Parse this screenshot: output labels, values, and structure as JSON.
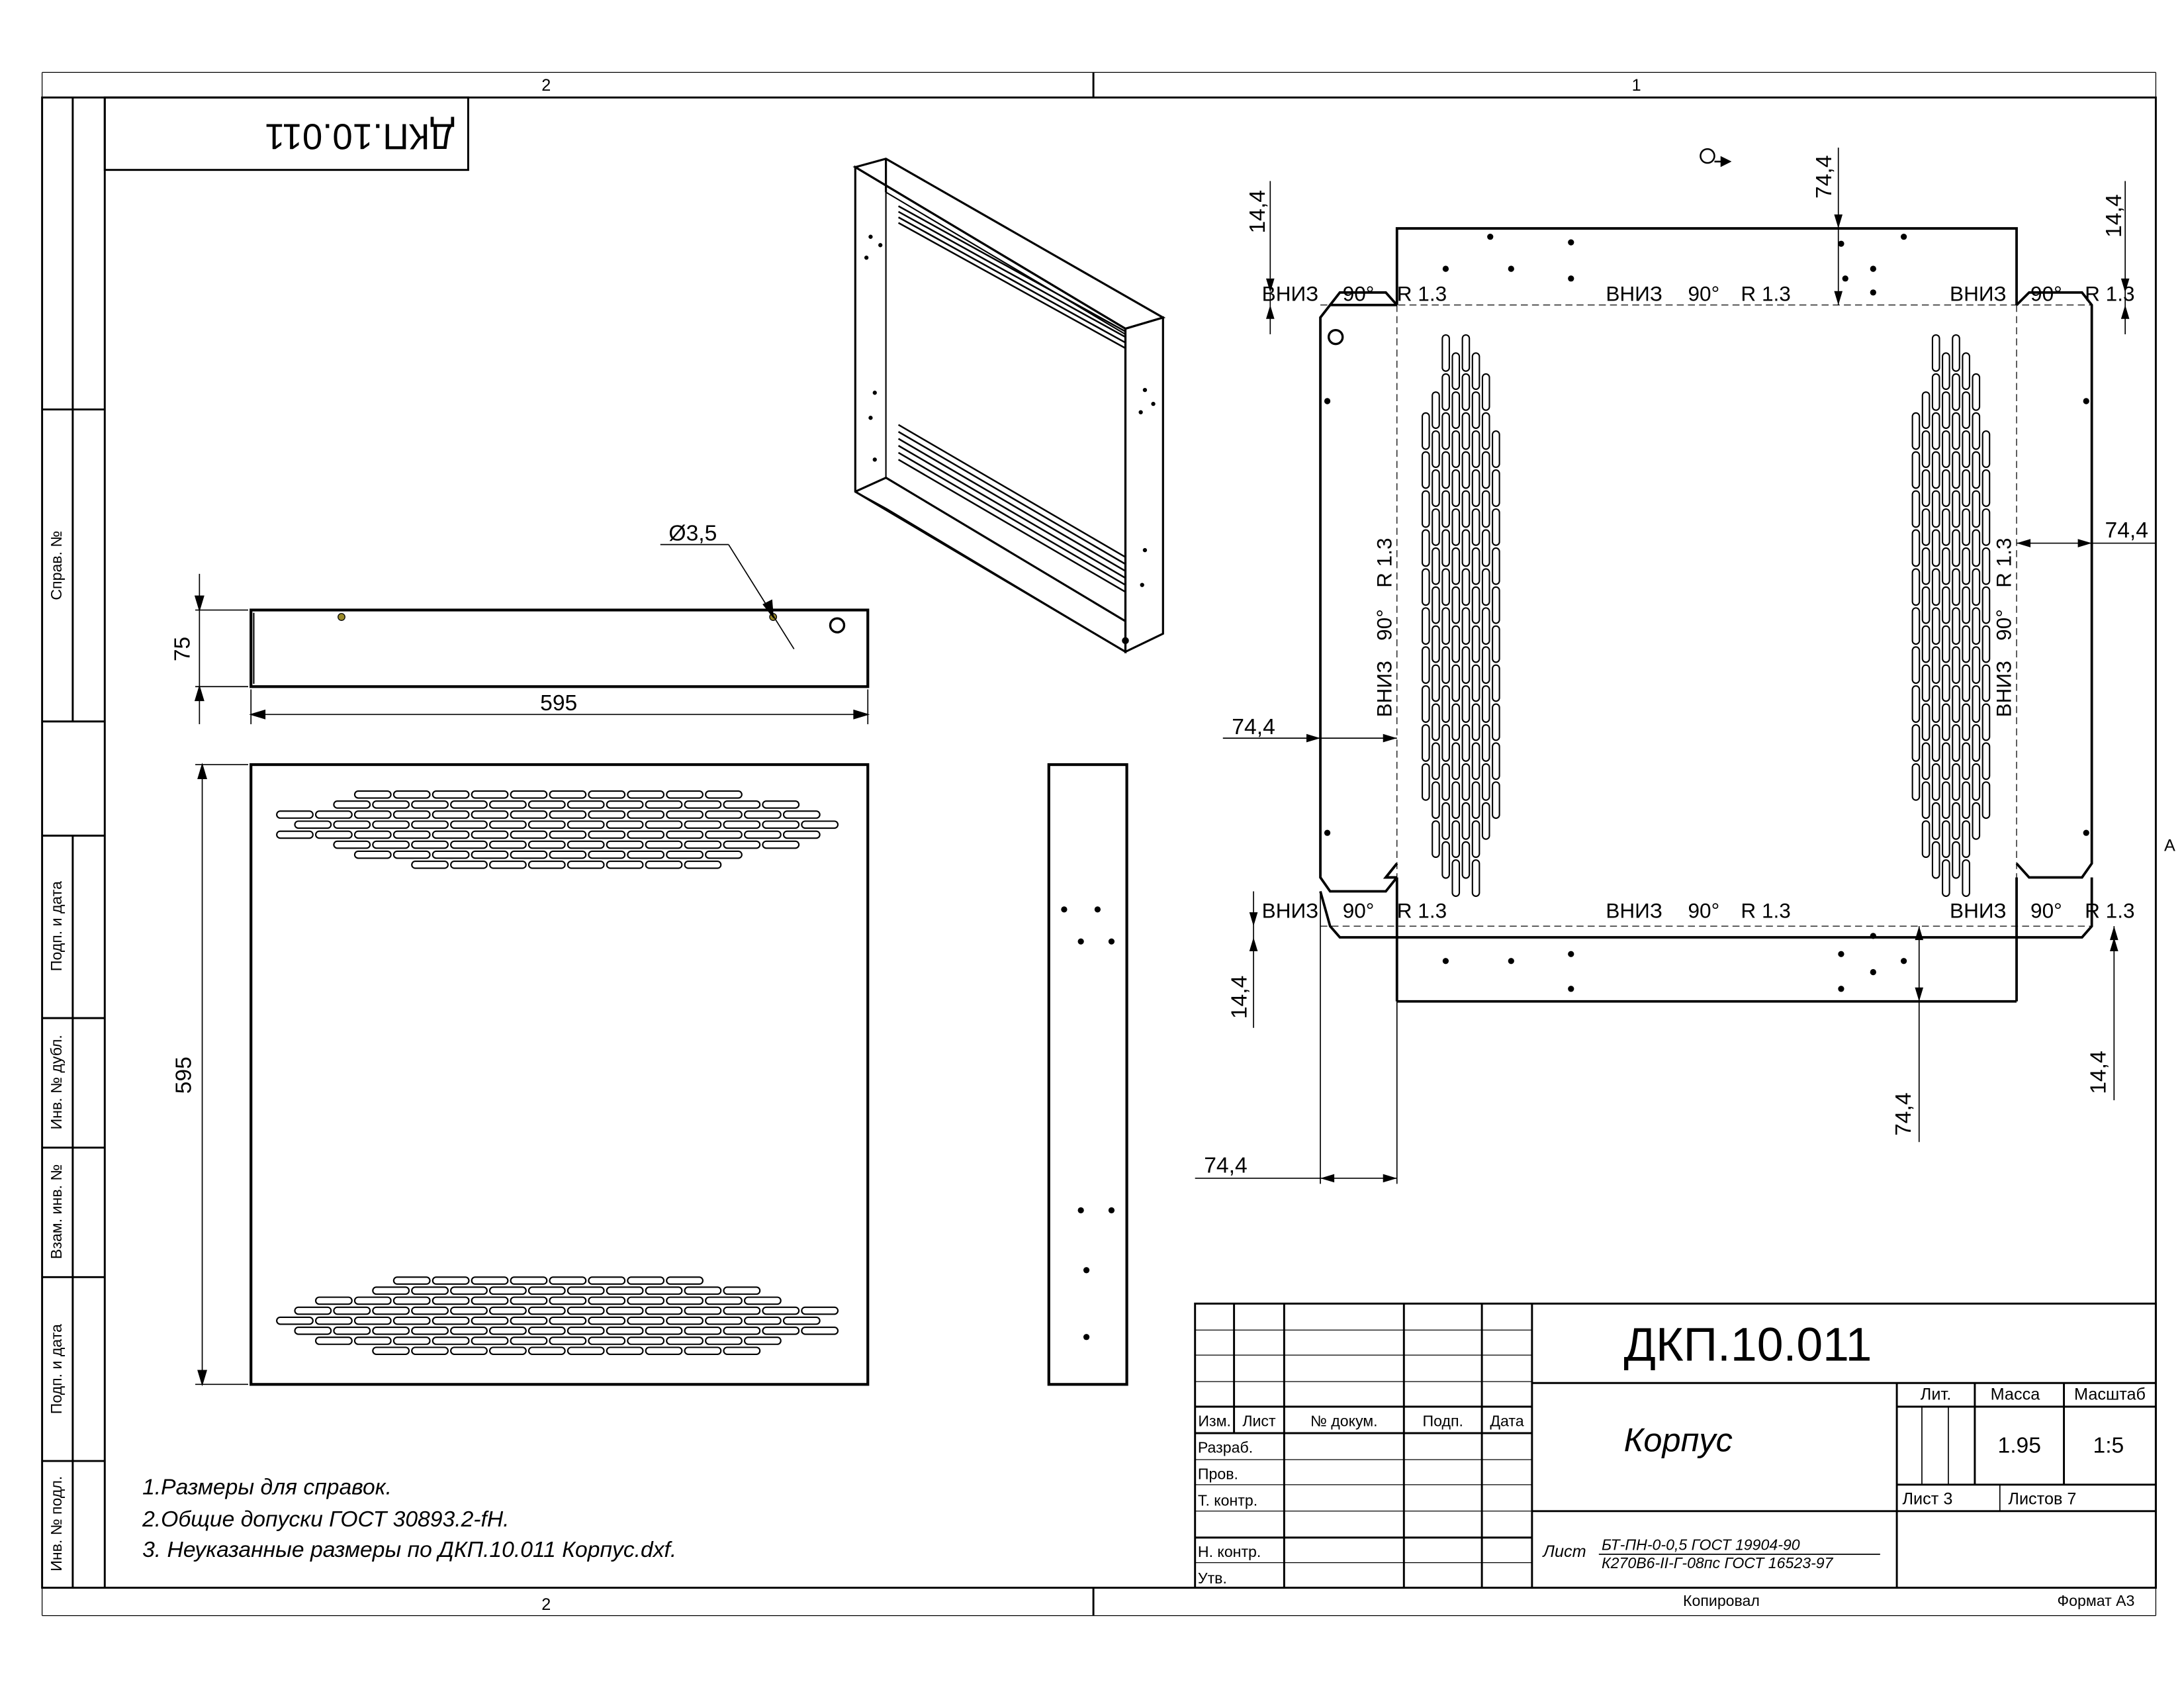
{
  "sheet": {
    "drawing_number": "ДКП.10.011",
    "drawing_number_rotated": "ДКП.10.011",
    "zone_labels_top": [
      "2",
      "1"
    ],
    "zone_labels_bottom": [
      "2"
    ],
    "zone_label_right": "A",
    "copied_by": "Копировал",
    "format": "Формат А3"
  },
  "side_columns": {
    "upper": [
      "Справ. №"
    ],
    "lower": [
      "Подп. и дата",
      "Инв. № дубл.",
      "Взам. инв. №",
      "Подп. и дата",
      "Инв. № подл."
    ]
  },
  "title_block": {
    "header_cols": [
      "Изм.",
      "Лист",
      "№ докум.",
      "Подп.",
      "Дата"
    ],
    "row_labels": [
      "Разраб.",
      "Пров.",
      "Т. контр.",
      "",
      "Н. контр.",
      "Утв."
    ],
    "designation": "ДКП.10.011",
    "name": "Корпус",
    "lit_label": "Лит.",
    "mass_label": "Масса",
    "scale_label": "Масштаб",
    "mass": "1.95",
    "scale": "1:5",
    "sheet_label": "Лист 3",
    "sheets_label": "Листов 7",
    "material_prefix": "Лист",
    "material_line1": "БТ-ПН-0-0,5 ГОСТ 19904-90",
    "material_line2": "К270В6-II-Г-08пс ГОСТ 16523-97"
  },
  "notes": [
    "1.Размеры для справок.",
    "2.Общие допуски ГОСТ 30893.2-fH.",
    "3. Неуказанные размеры по ДКП.10.011 Корпус.dxf."
  ],
  "dimensions": {
    "front_width": "595",
    "front_height": "75",
    "hole_diam": "Ø3,5",
    "top_height": "595",
    "flat_tab": "14,4",
    "flat_flange": "74,4"
  },
  "bend_note": {
    "dir": "ВНИЗ",
    "angle": "90°",
    "radius": "R 1.3"
  },
  "icons": {
    "view_marker": "rotation-arrow-icon"
  },
  "colors": {
    "line": "#000000",
    "hole_fill": "#9a8a2a"
  }
}
